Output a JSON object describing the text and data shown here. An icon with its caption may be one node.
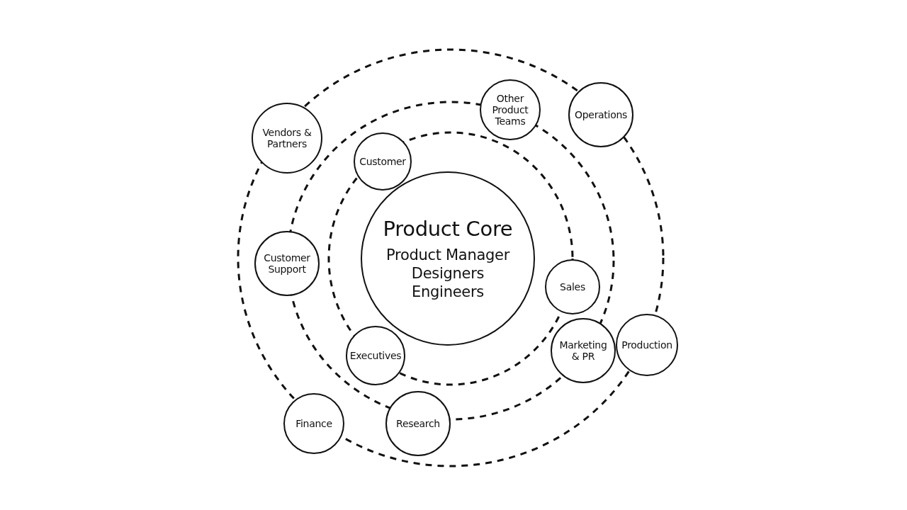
{
  "diagram": {
    "nodes": [
      {
        "text": [
          "Product Core",
          "Product Manager",
          "Designers",
          "Engineers"
        ]
      },
      {
        "text": [
          "Vendors & Partners"
        ]
      },
      {
        "text": [
          "Customer"
        ]
      },
      {
        "text": [
          "Other Product Teams"
        ]
      },
      {
        "text": [
          "Operations"
        ]
      },
      {
        "text": [
          "Customer Support"
        ]
      },
      {
        "text": [
          "Sales"
        ]
      },
      {
        "text": [
          "Executives"
        ]
      },
      {
        "text": [
          "Marketing & PR"
        ]
      },
      {
        "text": [
          "Production"
        ]
      },
      {
        "text": [
          "Finance"
        ]
      },
      {
        "text": [
          "Research"
        ]
      }
    ]
  }
}
